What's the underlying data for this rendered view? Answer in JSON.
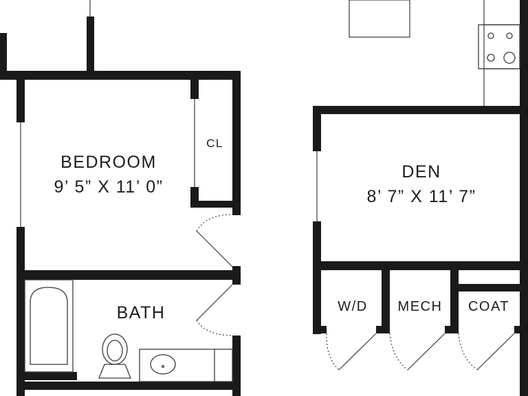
{
  "plan": {
    "wall_color": "#1a1a1a",
    "fixture_color": "#3a3a3a",
    "background": "#ffffff"
  },
  "rooms": {
    "bedroom": {
      "name": "BEDROOM",
      "dimensions": "9’ 5” X 11’ 0”"
    },
    "closet": {
      "name": "CL"
    },
    "bath": {
      "name": "BATH"
    },
    "den": {
      "name": "DEN",
      "dimensions": "8’ 7” X 11’ 7”"
    },
    "wd": {
      "name": "W/D"
    },
    "mech": {
      "name": "MECH"
    },
    "coat": {
      "name": "COAT"
    }
  }
}
